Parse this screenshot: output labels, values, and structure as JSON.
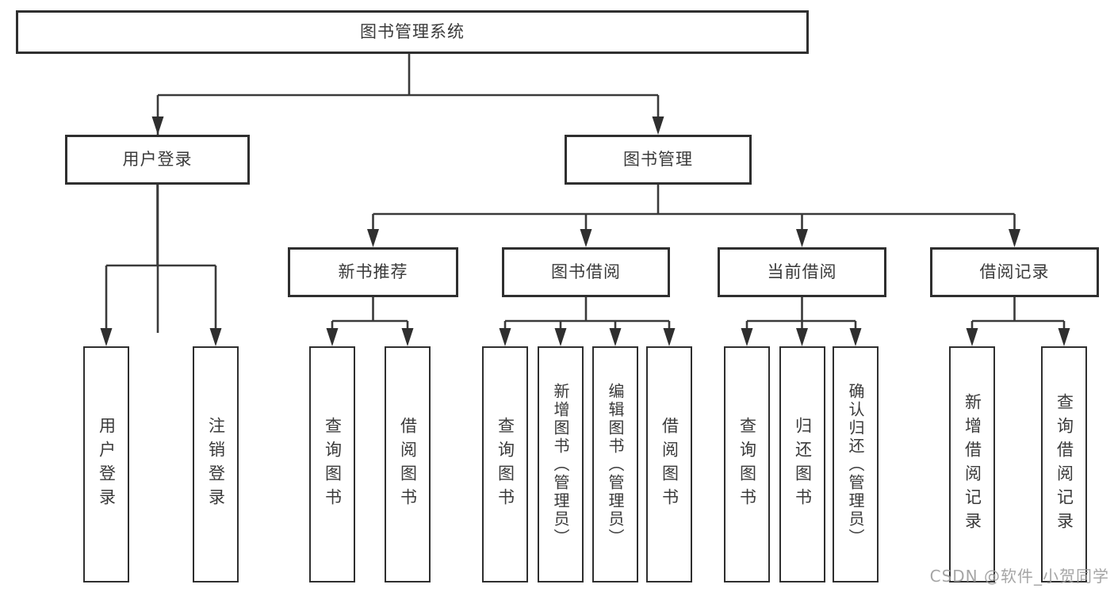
{
  "tree": {
    "root": "图书管理系统",
    "children": [
      {
        "label": "用户登录",
        "children": [
          "用户登录",
          "注销登录"
        ]
      },
      {
        "label": "图书管理",
        "children": [
          {
            "label": "新书推荐",
            "children": [
              "查询图书",
              "借阅图书"
            ]
          },
          {
            "label": "图书借阅",
            "children": [
              "查询图书",
              "新增图书（管理员）",
              "编辑图书（管理员）",
              "借阅图书"
            ]
          },
          {
            "label": "当前借阅",
            "children": [
              "查询图书",
              "归还图书",
              "确认归还（管理员）"
            ]
          },
          {
            "label": "借阅记录",
            "children": [
              "新增借阅记录",
              "查询借阅记录"
            ]
          }
        ]
      }
    ]
  },
  "watermark": "CSDN @软件_小贺同学",
  "colors": {
    "line": "#3a3a3a",
    "box_border": "#2f2f2f",
    "box_background": "#ffffff",
    "text": "#3a3a3a",
    "watermark": "#9c9c9c"
  }
}
